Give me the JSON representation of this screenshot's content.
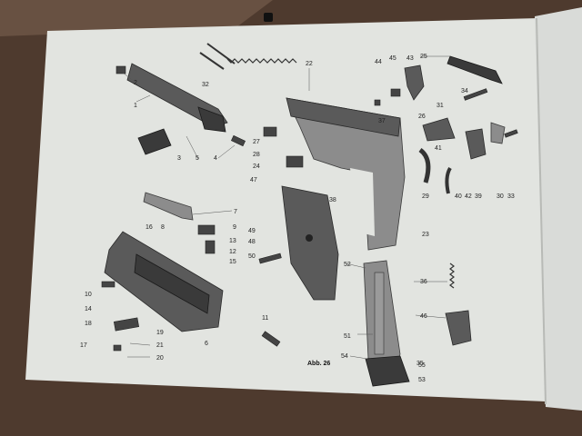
{
  "figure_caption": "Abb. 26",
  "callouts": [
    "1",
    "2",
    "3",
    "4",
    "5",
    "6",
    "7",
    "8",
    "9",
    "10",
    "11",
    "12",
    "13",
    "14",
    "15",
    "16",
    "17",
    "18",
    "19",
    "20",
    "21",
    "22",
    "23",
    "24",
    "25",
    "26",
    "27",
    "28",
    "29",
    "30",
    "31",
    "32",
    "33",
    "34",
    "35",
    "36",
    "37",
    "38",
    "39",
    "40",
    "41",
    "42",
    "43",
    "44",
    "45",
    "46",
    "47",
    "48",
    "49",
    "50",
    "51",
    "52",
    "53",
    "54",
    "55"
  ],
  "colors": {
    "paper": "#e6e8e4",
    "table": "#4e3a2e",
    "ink": "#2a2a2a"
  }
}
